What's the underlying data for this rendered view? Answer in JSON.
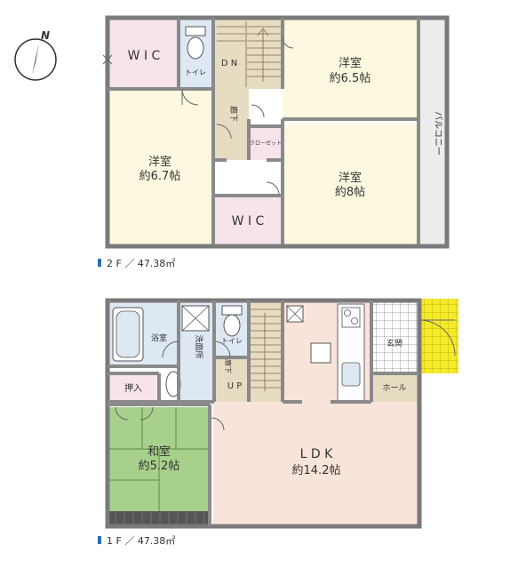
{
  "compass": {
    "north_label": "N"
  },
  "floor2": {
    "caption": "2 F ／ 47.38㎡",
    "rooms": {
      "wic_left": "W I C",
      "toilet": "トイレ",
      "stair_dn": "D N",
      "corridor": "廊下",
      "closet": "クローゼット",
      "bedroom_ne_name": "洋室",
      "bedroom_ne_size": "約6.5帖",
      "bedroom_w_name": "洋室",
      "bedroom_w_size": "約6.7帖",
      "bedroom_se_name": "洋室",
      "bedroom_se_size": "約8帖",
      "wic_bottom": "W I C",
      "balcony": "バルコニー"
    }
  },
  "floor1": {
    "caption": "1 F ／ 47.38㎡",
    "rooms": {
      "bath": "浴室",
      "washroom": "洗面所",
      "toilet": "トイレ",
      "corridor": "廊下",
      "stair_up": "U P",
      "storage": "押入",
      "entrance": "玄関",
      "hall": "ホール",
      "washitsu_name": "和室",
      "washitsu_size": "約5.2帖",
      "ldk_name": "L D K",
      "ldk_size": "約14.2帖"
    }
  },
  "colors": {
    "wall": "#7a7a7a",
    "yellow_room": "#fbf8df",
    "pink_room": "#f6e3ec",
    "blue_wet": "#dde8f3",
    "tan_corridor": "#e6dcc2",
    "green_tatami": "#a8d08d",
    "pink_ldk": "#f8e4da",
    "caption_marker": "#2a6fb8",
    "balcony": "#ececec",
    "porch_tile": "#f4ea2a"
  }
}
